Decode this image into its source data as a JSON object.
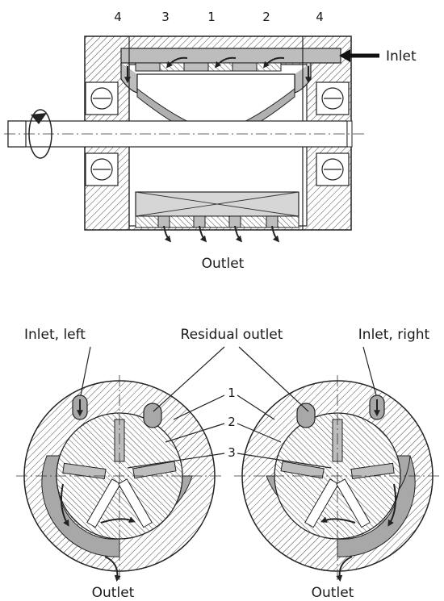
{
  "top_view": {
    "part_numbers": [
      "4",
      "3",
      "1",
      "2",
      "4"
    ],
    "inlet_label": "Inlet",
    "outlet_label": "Outlet"
  },
  "bottom_view": {
    "inlet_left_label": "Inlet, left",
    "residual_outlet_label": "Residual outlet",
    "inlet_right_label": "Inlet, right",
    "callouts": [
      "1",
      "2",
      "3"
    ],
    "outlet_left_label": "Outlet",
    "outlet_right_label": "Outlet"
  }
}
